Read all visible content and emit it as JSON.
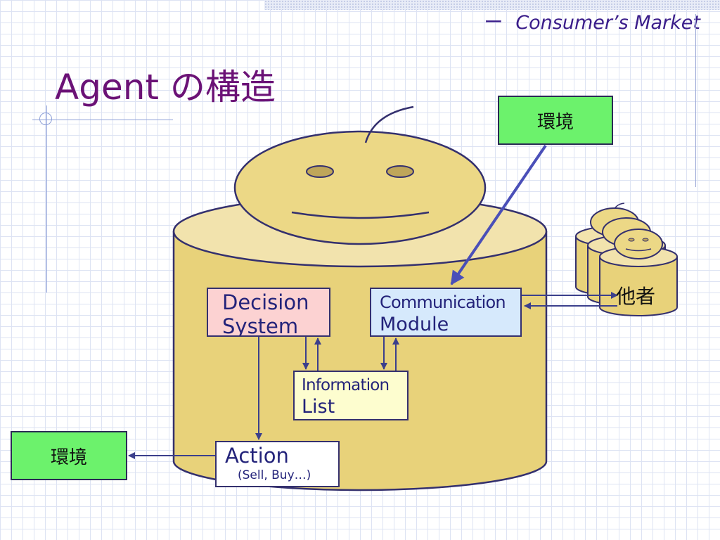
{
  "header": {
    "dash": "ー",
    "subtitle": "Consumer’s Market",
    "title": "Agent の構造"
  },
  "diagram": {
    "environment_top": "環境",
    "environment_left": "環境",
    "decision_system": {
      "line1": "Decision",
      "line2": "System"
    },
    "communication_module": {
      "line1": "Communication",
      "line2": "Module"
    },
    "information_list": {
      "line1": "Information",
      "line2": "List"
    },
    "action": {
      "line1": "Action",
      "line2": "(Sell, Buy…)"
    },
    "others": "他者"
  },
  "colors": {
    "title": "#6b1276",
    "subtitle": "#3a1d8a",
    "cylinder_body": "#e8d27a",
    "cylinder_top": "#f2e3ad",
    "environment_box": "#6cf26c",
    "decision_box": "#fcd2d2",
    "communication_box": "#d6e9fc",
    "information_box": "#fdfdcf",
    "outline": "#34306e"
  }
}
